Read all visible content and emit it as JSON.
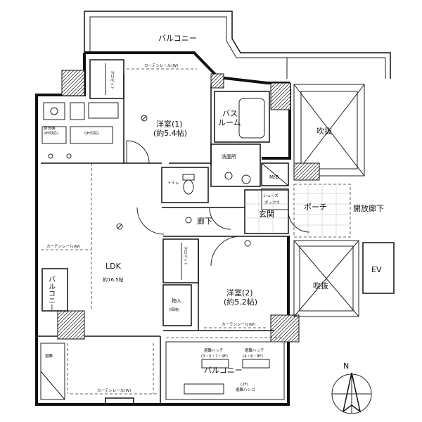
{
  "labels": {
    "balcony_top": "バルコニー",
    "closet_top": "クロゼット",
    "curtain_top": "カーテンレール(W)",
    "room1_name": "洋室(1)",
    "room1_size": "(約5.4帖)",
    "bath": "バス",
    "bath2": "ルーム",
    "fukinuke_top": "吹抜",
    "washroom": "洗面所",
    "mb": "M/B",
    "shoes_box": "シューズ",
    "shoes_box2": "ボックス",
    "porch": "ポーチ",
    "open_corridor": "開放廊下",
    "entrance": "玄関",
    "corridor": "廊下",
    "toilet": "トイレ",
    "ldk": "LDK",
    "ldk_size": "約16.5帖",
    "curtain_ldk": "カーテンレール(W)",
    "closet_mid": "クロゼット",
    "room2_name": "洋室(2)",
    "room2_size": "(約5.2帖)",
    "fukinuke_mid": "吹抜",
    "ev": "EV",
    "storage": "物入",
    "storage_sub": "(収納)",
    "balcony_left": "バルコニー",
    "curtain_room2": "カーテンレール(W)",
    "hatch_a": "避難ハッチ",
    "hatch_a_sub": "(3・5・7・9F)",
    "hatch_b": "避難ハッチ",
    "hatch_b_sub": "(4・6・8F)",
    "balcony_bottom": "バルコニー",
    "hatch_ladder": "(2F)",
    "hatch_ladder2": "避難ハシゴ",
    "curtain_bottom": "カーテンレール(W)",
    "north": "N",
    "kitchen_a": "食洗機",
    "kitchen_b": "(IH対応)",
    "kitchen_c": "(IH対応)",
    "emergency_left": "避難"
  }
}
